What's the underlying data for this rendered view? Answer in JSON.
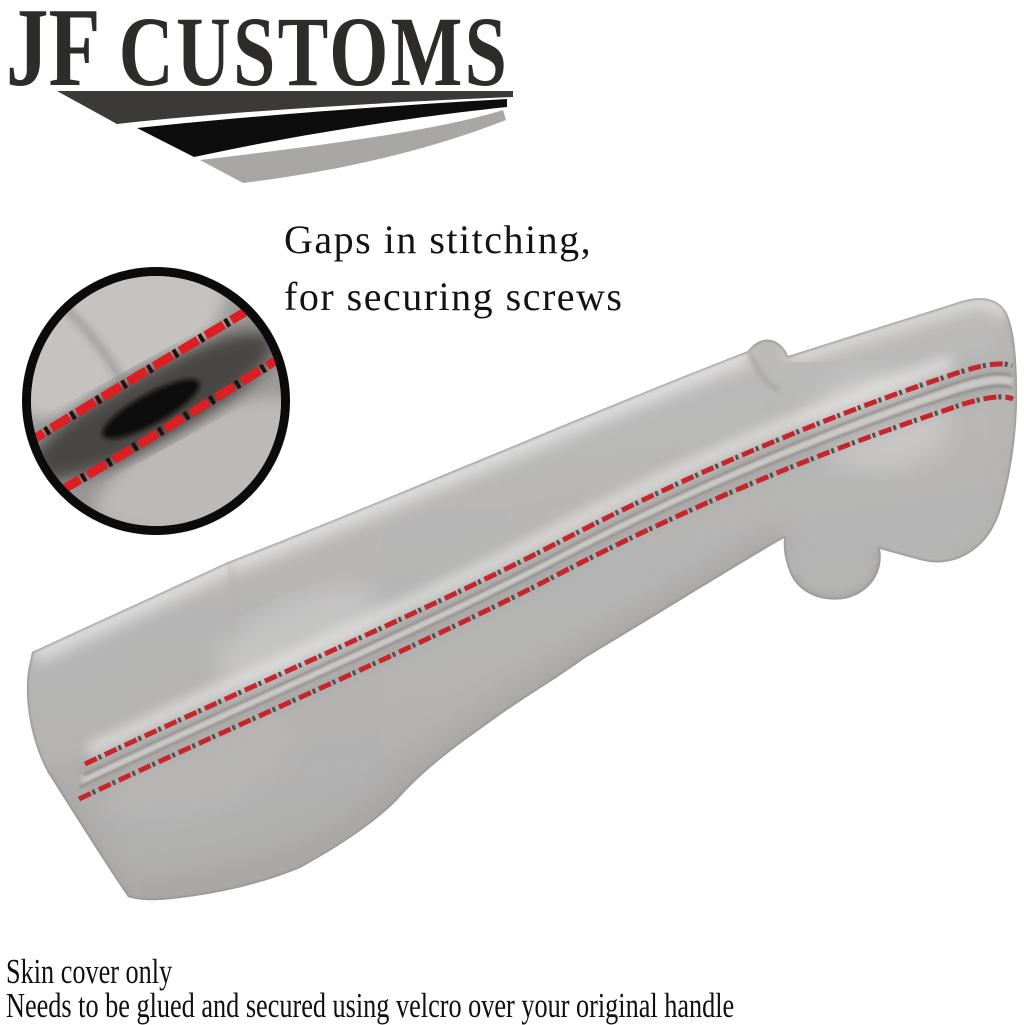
{
  "logo": {
    "jf": "JF",
    "customs": "CUSTOMS",
    "text_color": "#2d2c2a",
    "swoosh_dark": "#3b3a38",
    "swoosh_black": "#0d0d0d",
    "swoosh_light": "#a8a7a5"
  },
  "callout": {
    "line1": "Gaps in stitching,",
    "line2": "for securing screws"
  },
  "inset": {
    "border_color": "#0b0b0b",
    "fabric_color": "#b2b0ae",
    "stitch_color": "#dc1f22"
  },
  "product": {
    "suede_color": "#d2d1d0",
    "stitch_color": "#c4262c"
  },
  "footer": {
    "line1": "Skin cover only",
    "line2": "Needs to be glued and secured using velcro over your original handle"
  }
}
